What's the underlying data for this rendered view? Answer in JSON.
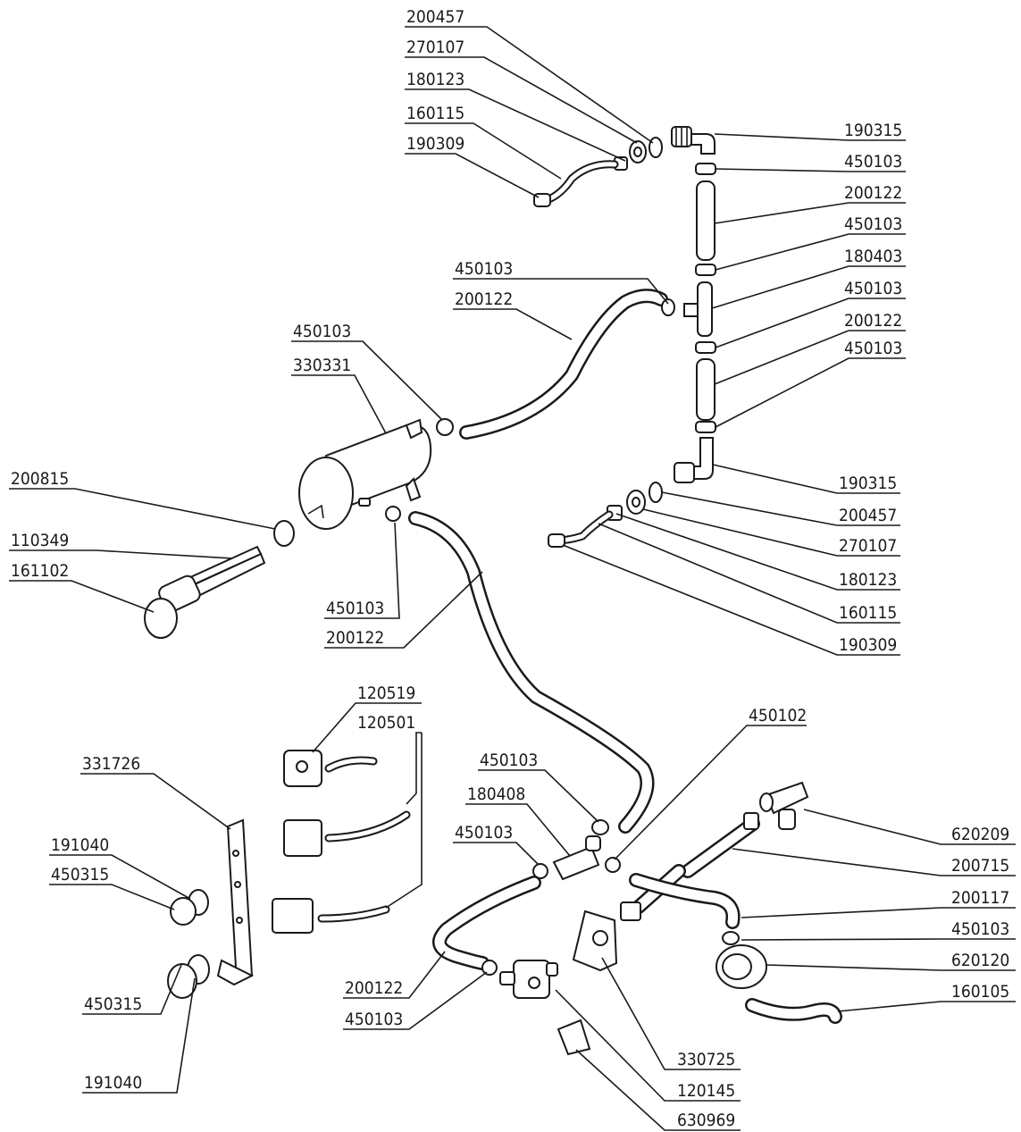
{
  "diagram": {
    "labels": [
      "200457",
      "270107",
      "180123",
      "160115",
      "190309",
      "190315",
      "450103",
      "200122",
      "450103",
      "180403",
      "450103",
      "200122",
      "450103",
      "450103",
      "200122",
      "450103",
      "330331",
      "200815",
      "110349",
      "161102",
      "450103",
      "200122",
      "190315",
      "200457",
      "270107",
      "180123",
      "160115",
      "190309",
      "120519",
      "120501",
      "331726",
      "191040",
      "450315",
      "450315",
      "191040",
      "450102",
      "450103",
      "180408",
      "450103",
      "620209",
      "200715",
      "200117",
      "450103",
      "620120",
      "160105",
      "200122",
      "450103",
      "330725",
      "120145",
      "630969"
    ]
  }
}
